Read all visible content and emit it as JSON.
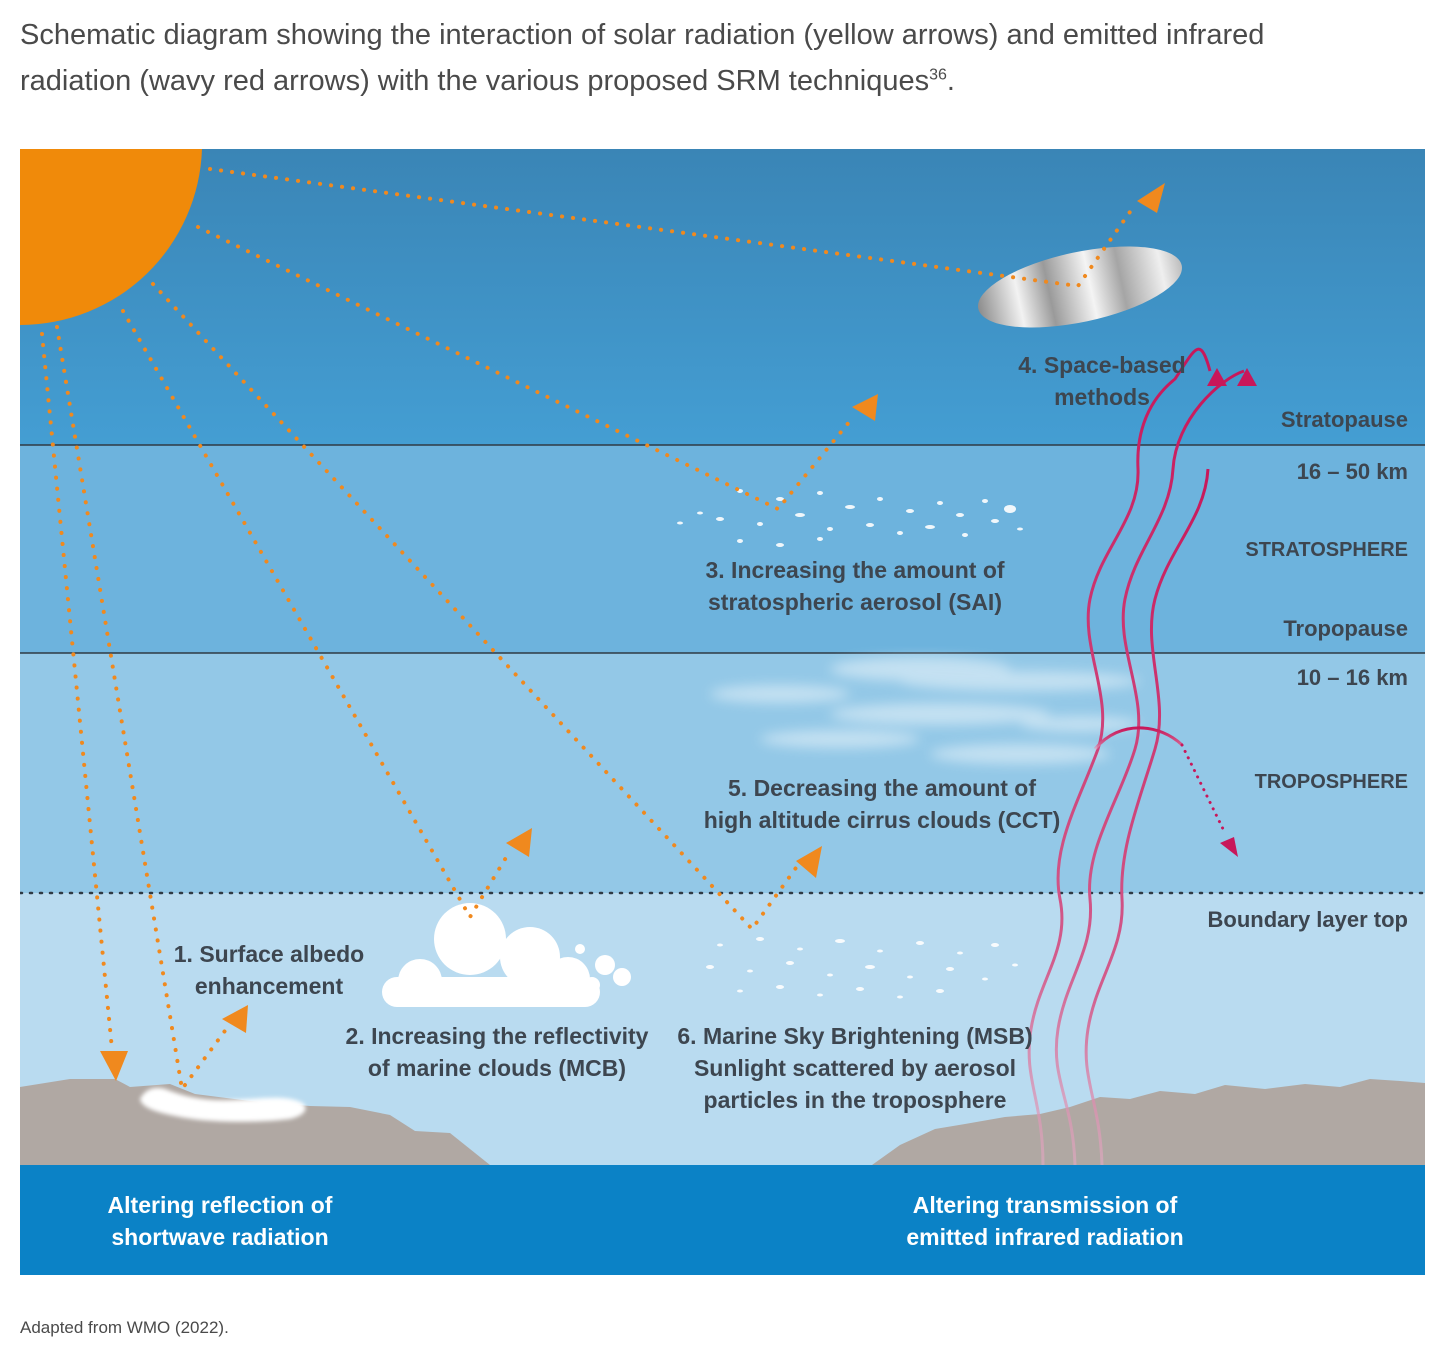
{
  "caption": {
    "line1": "Schematic diagram showing the interaction of solar radiation (yellow arrows) and emitted infrared",
    "line2": "radiation (wavy red arrows) with the various proposed SRM techniques",
    "superscript": "36",
    "period": "."
  },
  "methods": {
    "m1": [
      "1. Surface albedo",
      "enhancement"
    ],
    "m2": [
      "2. Increasing the reflectivity",
      "of marine clouds (MCB)"
    ],
    "m3": [
      "3. Increasing the amount of",
      "stratospheric aerosol (SAI)"
    ],
    "m4": [
      "4. Space-based",
      "methods"
    ],
    "m5": [
      "5. Decreasing the amount of",
      "high altitude cirrus clouds (CCT)"
    ],
    "m6": [
      "6. Marine Sky Brightening (MSB)",
      "Sunlight scattered by aerosol",
      "particles in the troposphere"
    ]
  },
  "layers": {
    "stratopause": "Stratopause",
    "strat_range": "16 – 50 km",
    "stratosphere": "STRATOSPHERE",
    "tropopause": "Tropopause",
    "trop_range": "10 – 16 km",
    "troposphere": "TROPOSPHERE",
    "boundary": "Boundary layer top"
  },
  "bottom": {
    "left": [
      "Altering reflection of",
      "shortwave radiation"
    ],
    "right": [
      "Altering transmission of",
      "emitted infrared radiation"
    ]
  },
  "source": "Adapted from WMO (2022).",
  "colors": {
    "sun": "#f08a0a",
    "solar_arrow": "#f0891e",
    "ir_arrow": "#c8175a",
    "ocean": "#0b82c6",
    "ground": "#b0a8a3"
  }
}
